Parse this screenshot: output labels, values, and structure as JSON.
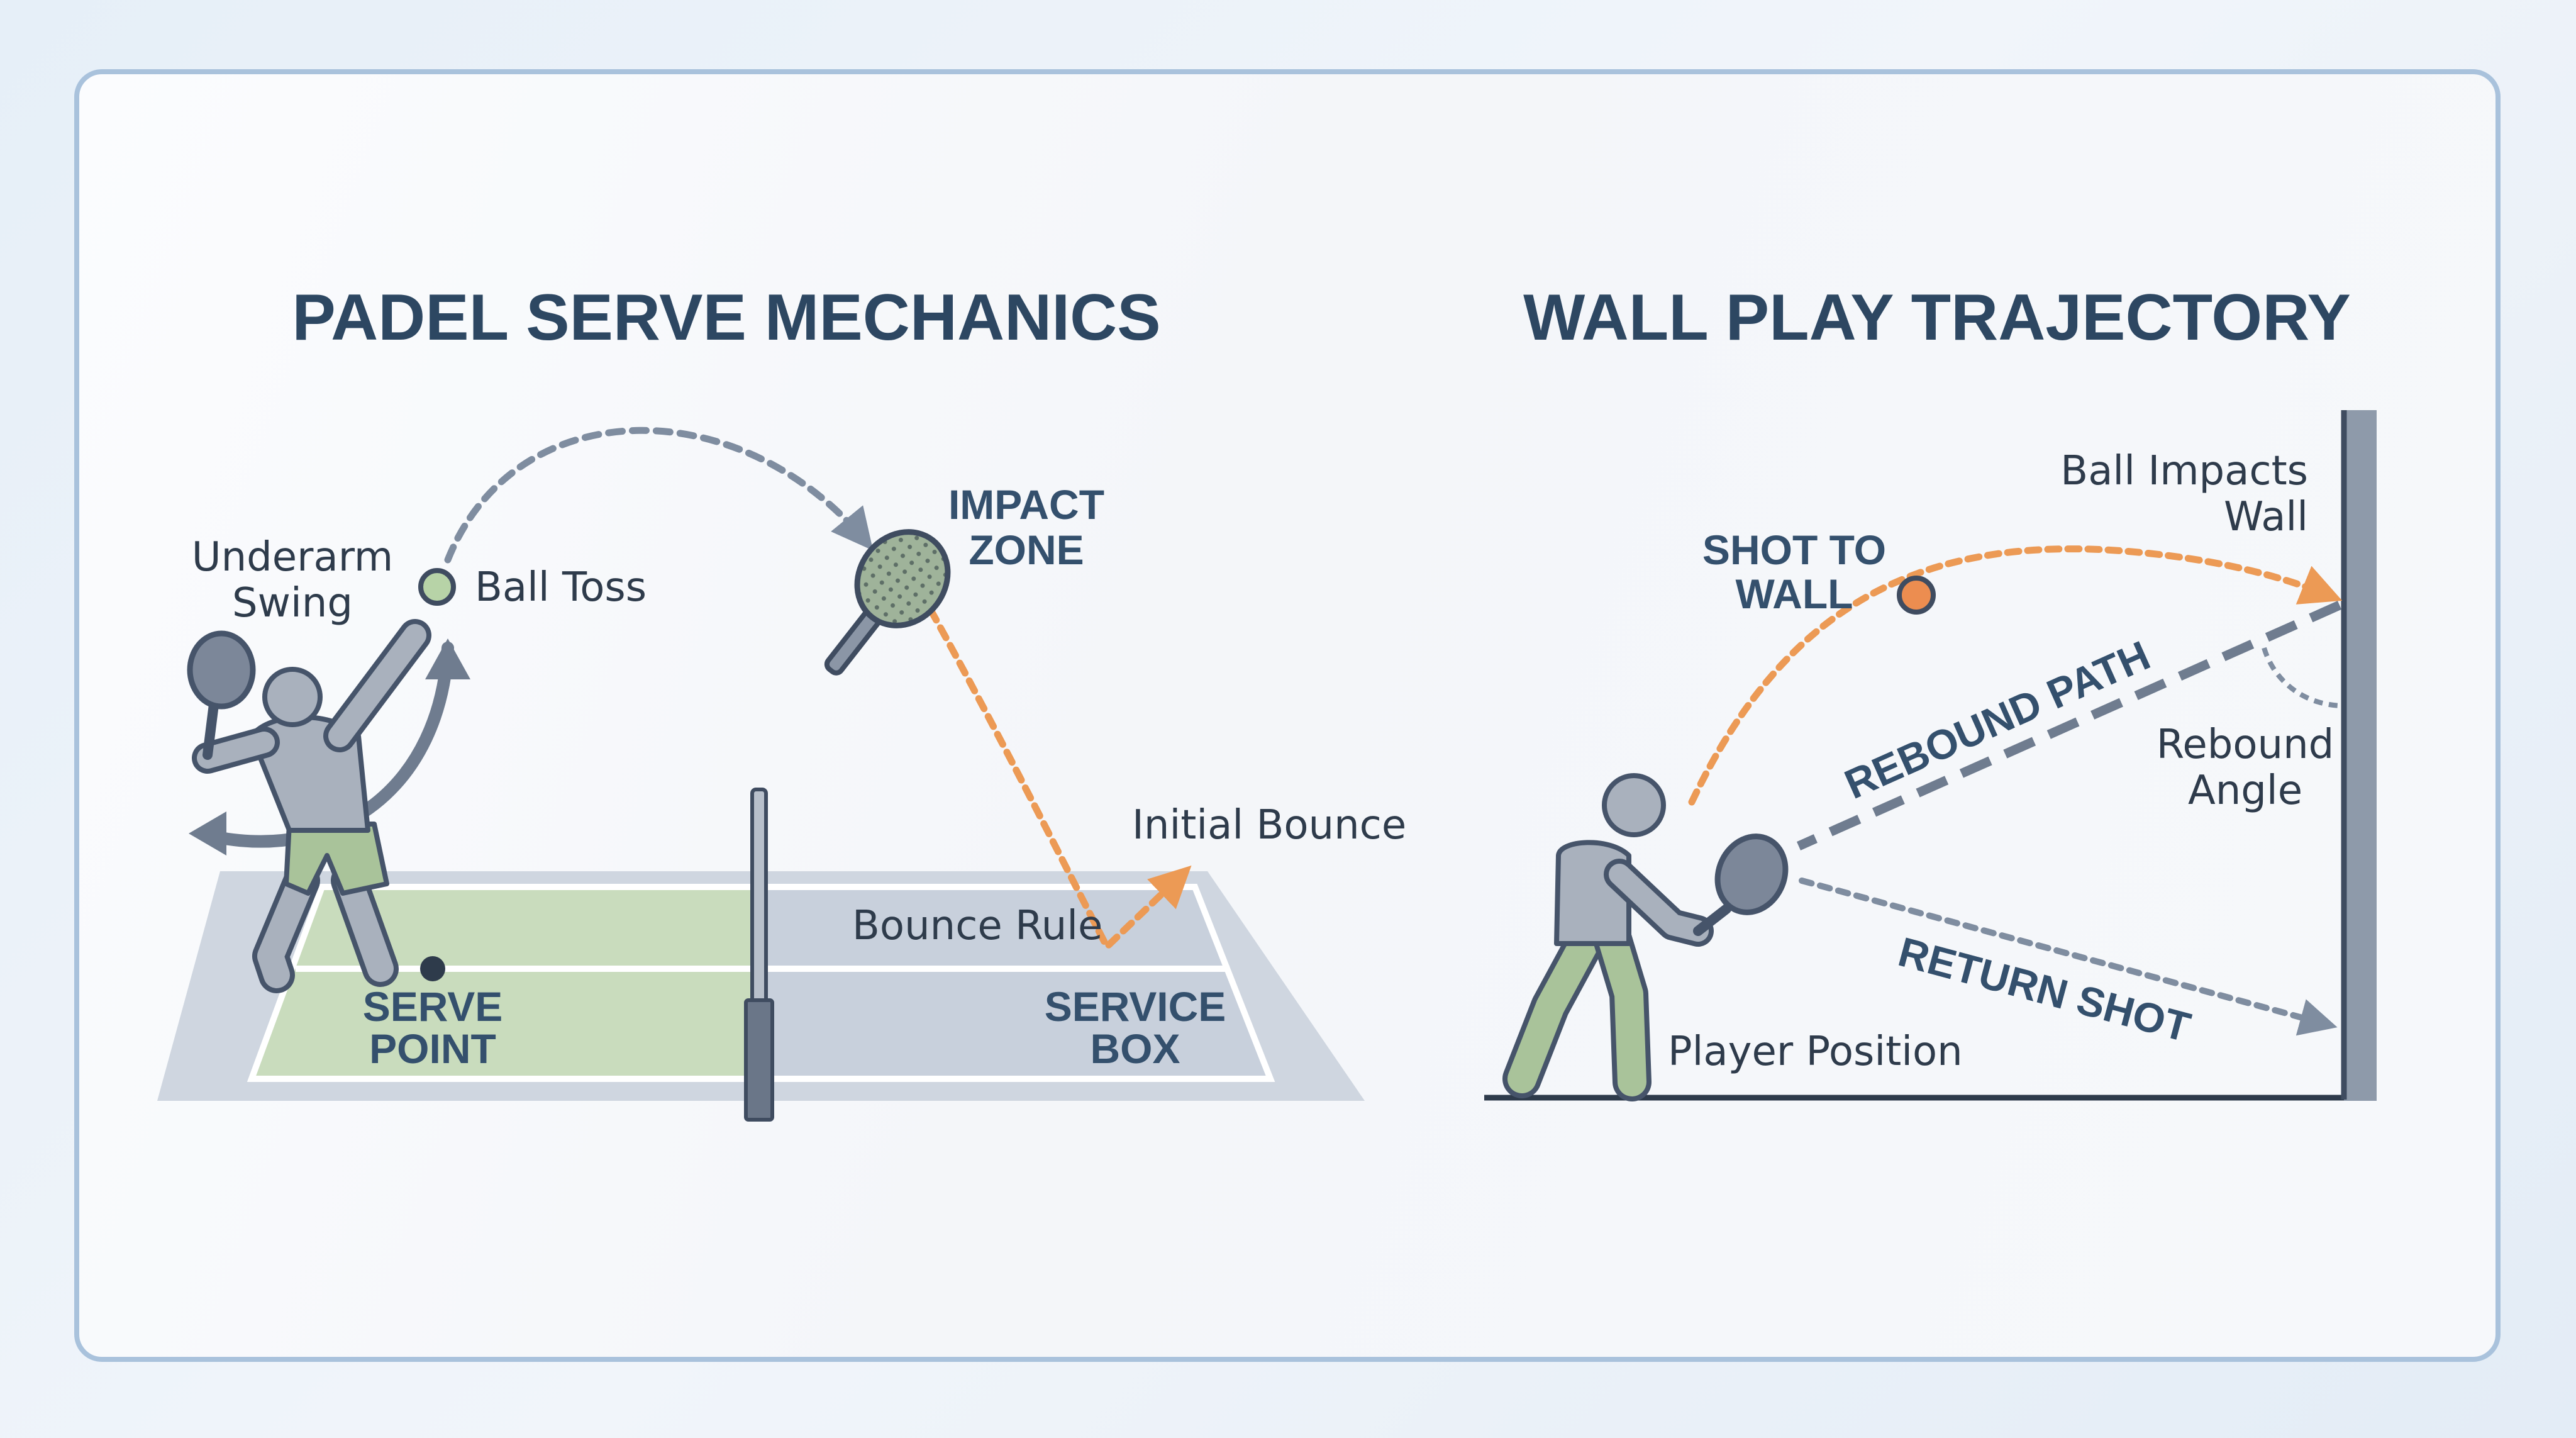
{
  "serve_panel": {
    "title": "PADEL SERVE MECHANICS",
    "underarm_swing_1": "Underarm",
    "underarm_swing_2": "Swing",
    "ball_toss": "Ball Toss",
    "impact_zone_1": "IMPACT",
    "impact_zone_2": "ZONE",
    "initial_bounce": "Initial Bounce",
    "bounce_rule": "Bounce Rule",
    "serve_point_1": "SERVE",
    "serve_point_2": "POINT",
    "service_box_1": "SERVICE",
    "service_box_2": "BOX"
  },
  "wall_panel": {
    "title": "WALL PLAY TRAJECTORY",
    "shot_to_wall_1": "SHOT TO",
    "shot_to_wall_2": "WALL",
    "ball_impacts_wall_1": "Ball Impacts",
    "ball_impacts_wall_2": "Wall",
    "rebound_path": "REBOUND PATH",
    "rebound_angle_1": "Rebound",
    "rebound_angle_2": "Angle",
    "return_shot": "RETURN SHOT",
    "player_position": "Player Position"
  },
  "colors": {
    "title": "#2d4762",
    "accent_orange": "#ec9a55",
    "court_green": "#c9dcbd",
    "court_blue": "#c8d0dc",
    "figure_gray": "#a9b1bd",
    "outline": "#46546a"
  }
}
